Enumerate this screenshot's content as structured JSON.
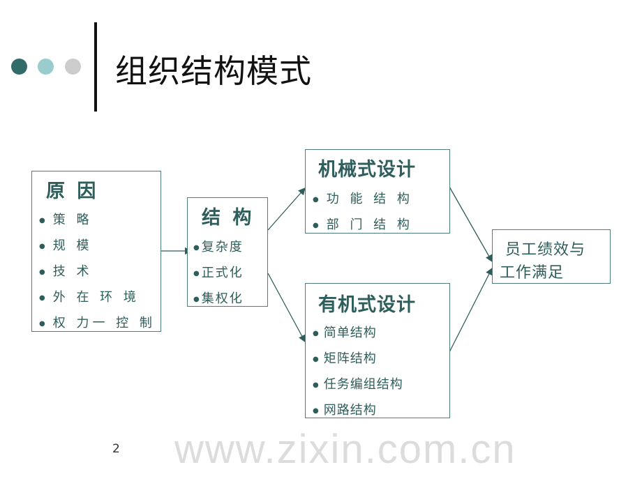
{
  "title": "组织结构模式",
  "watermark": "www.zixin.com.cn",
  "page_number": "2",
  "colors": {
    "dot1": "#336b68",
    "dot2": "#99cccc",
    "dot3": "#cccccc",
    "text": "#2e5e5b"
  },
  "causes": {
    "heading": "原 因",
    "items": [
      "策 略",
      "规 模",
      "技 术",
      "外 在 环 境",
      "权 力一 控 制"
    ]
  },
  "structure": {
    "heading": "结 构",
    "items": [
      "复杂度",
      "正式化",
      "集权化"
    ]
  },
  "mechanistic": {
    "heading": "机械式设计",
    "items": [
      "功 能 结 构",
      "部 门 结 构"
    ]
  },
  "organic": {
    "heading": "有机式设计",
    "items": [
      "简单结构",
      "矩阵结构",
      "任务编组结构",
      "网路结构"
    ]
  },
  "outcome": {
    "line1": "员工绩效与",
    "line2": "工作满足"
  }
}
